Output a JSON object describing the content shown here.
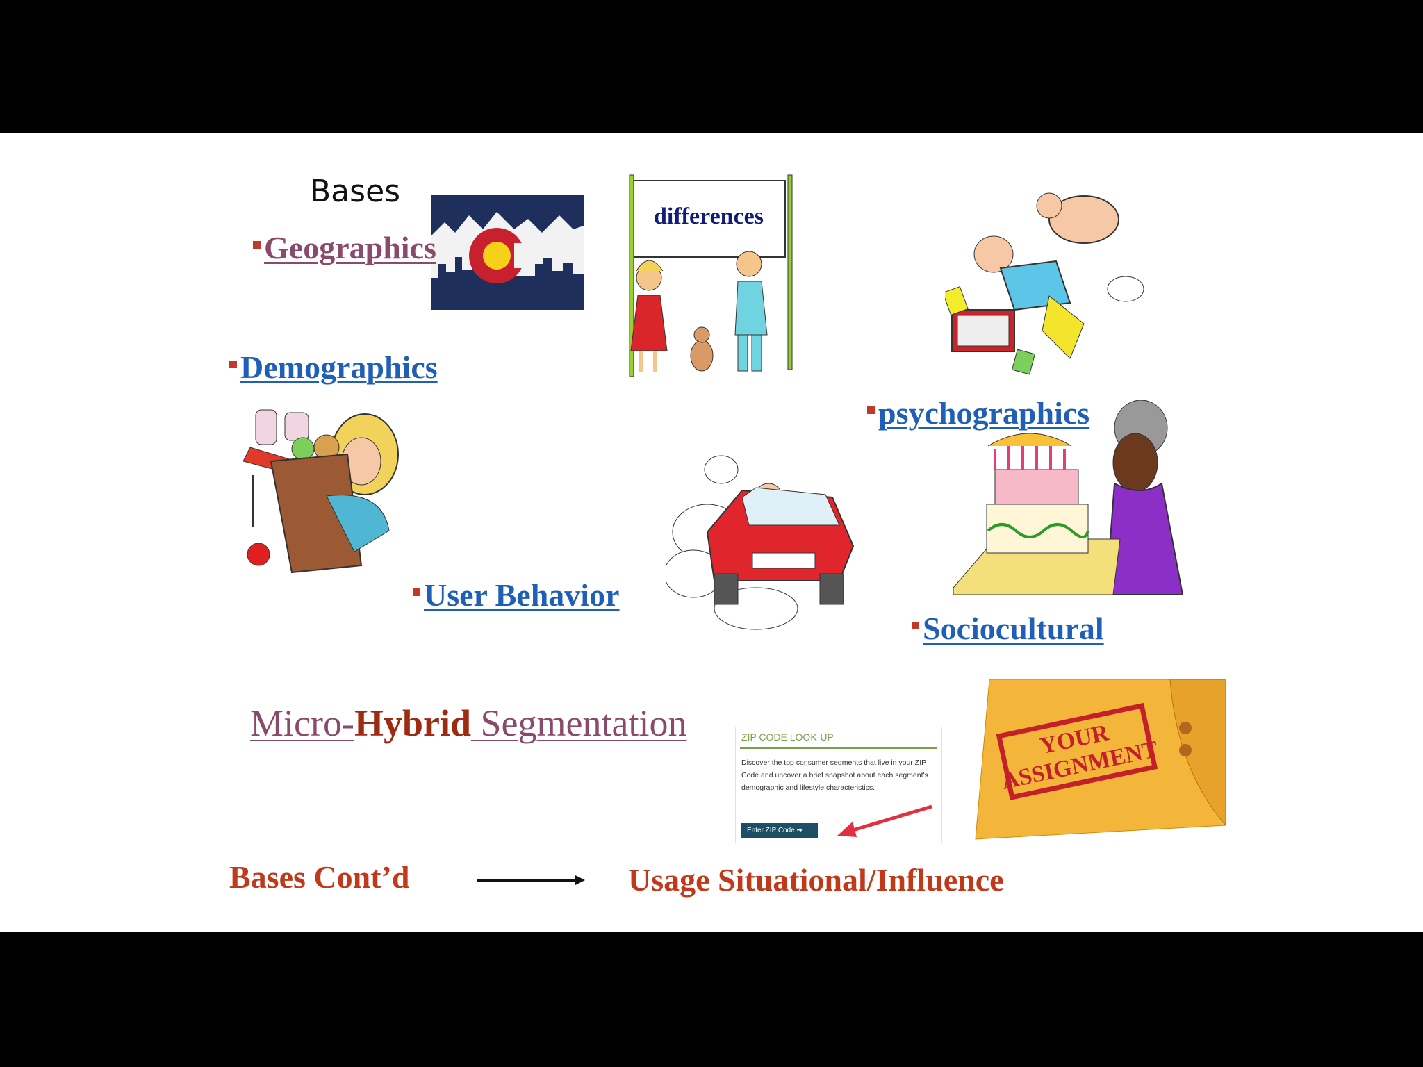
{
  "slide": {
    "title": "Bases",
    "bullets": [
      {
        "label": "Geographics"
      },
      {
        "label": "Demographics"
      },
      {
        "label": "psychographics"
      },
      {
        "label": "User Behavior"
      },
      {
        "label": "Sociocultural"
      }
    ],
    "differences_sign": "differences",
    "assignment_stamp": [
      "YOUR",
      "ASSIGNMENT"
    ],
    "micro_hybrid": {
      "part1": "Micro-",
      "part2": "Hybrid",
      "part3": " Segmentation"
    },
    "bases_contd": "Bases Cont’d",
    "usage": "Usage Situational/Influence"
  },
  "zip_card": {
    "title": "ZIP CODE LOOK-UP",
    "description": "Discover the top consumer segments that live in your ZIP Code and uncover a brief snapshot about each segment's demographic and lifestyle characteristics.",
    "button": "Enter ZIP Code  ➔"
  },
  "colors": {
    "bullet_marker": "#c0392b",
    "link_blue": "#1f5fb5",
    "link_plum": "#8b4a6b",
    "accent_red": "#c0391a"
  }
}
